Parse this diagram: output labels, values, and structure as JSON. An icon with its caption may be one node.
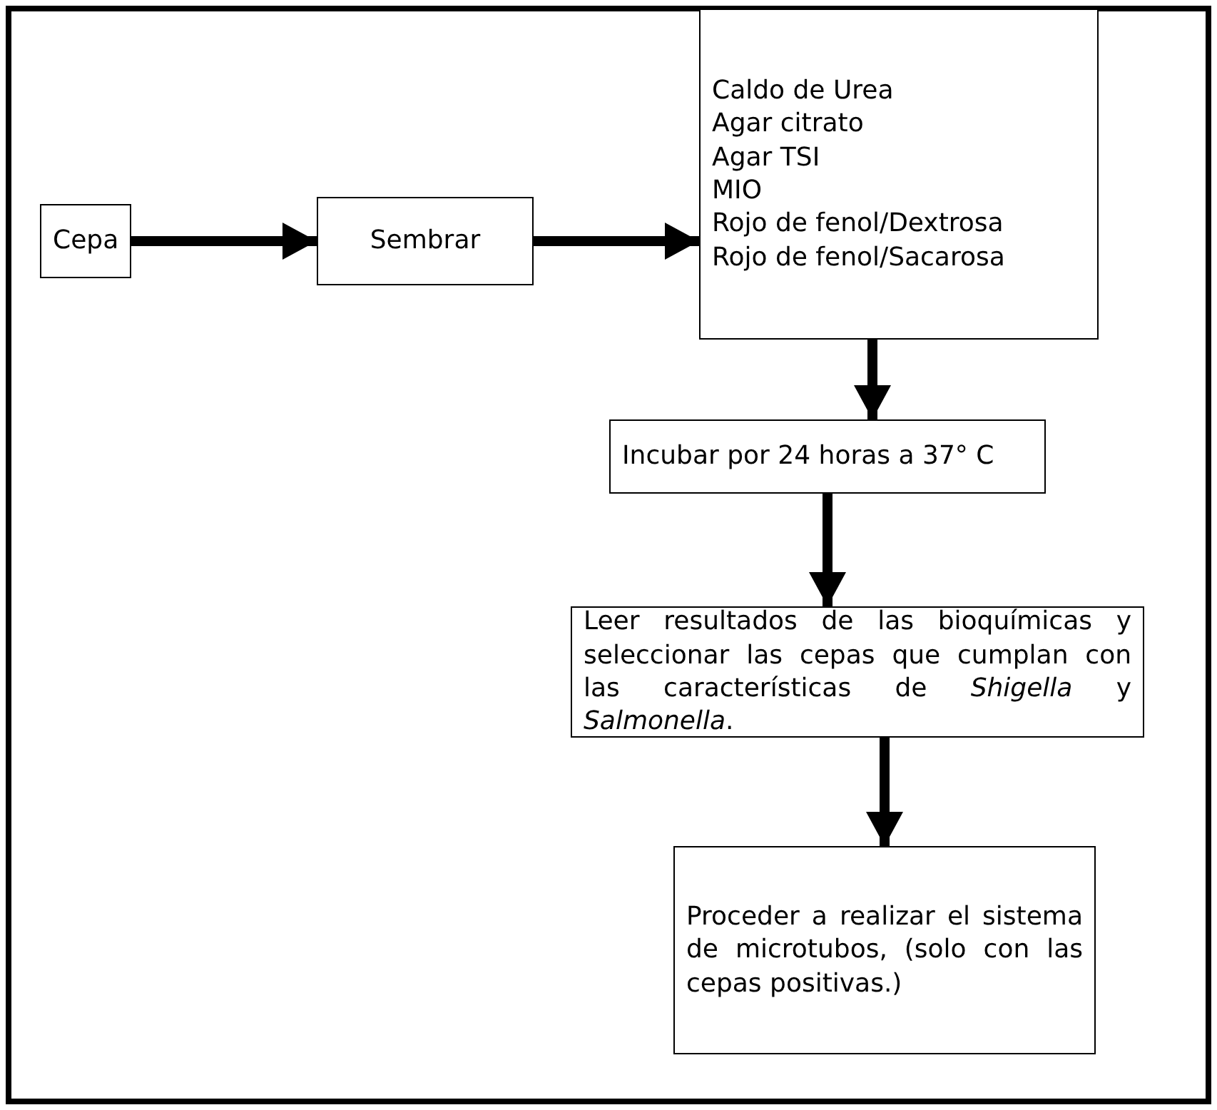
{
  "diagram": {
    "nodes": [
      {
        "text": [
          "Cepa"
        ]
      },
      {
        "text": [
          "Sembrar"
        ]
      },
      {
        "text": [
          "Caldo de Urea",
          "Agar citrato",
          "Agar TSI",
          "MIO",
          "Rojo de fenol/Dextrosa",
          "Rojo de fenol/Sacarosa"
        ]
      },
      {
        "text": [
          "Incubar por 24 horas a 37° C"
        ]
      },
      {
        "text": [
          "Leer resultados de las bioquímicas y seleccionar las cepas que cumplan con las características de *Shigella* y *Salmonella*."
        ]
      },
      {
        "text": [
          "Proceder a realizar el sistema de microtubos, (solo con las cepas positivas.)"
        ]
      }
    ],
    "edges": [
      {
        "from": 0,
        "to": 1,
        "arrow": "to"
      },
      {
        "from": 1,
        "to": 2,
        "arrow": "to"
      },
      {
        "from": 2,
        "to": 3,
        "arrow": "to"
      },
      {
        "from": 3,
        "to": 4,
        "arrow": "to"
      },
      {
        "from": 4,
        "to": 5,
        "arrow": "to"
      }
    ]
  }
}
